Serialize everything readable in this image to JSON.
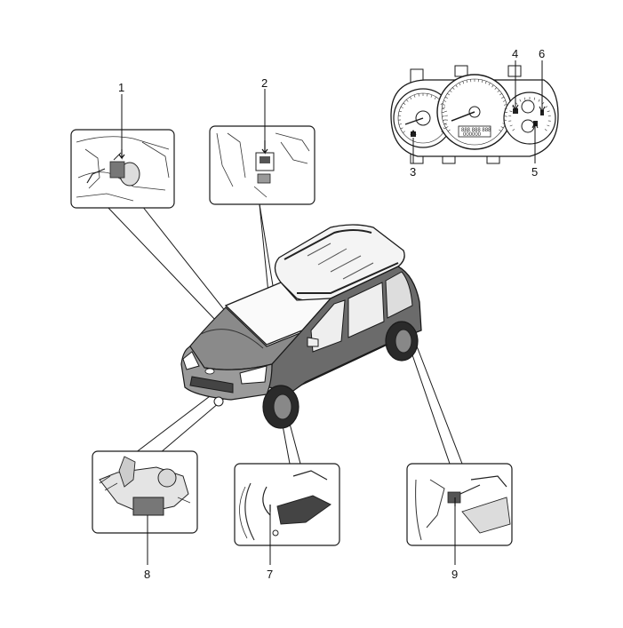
{
  "callouts": {
    "c1": "1",
    "c2": "2",
    "c3": "3",
    "c4": "4",
    "c5": "5",
    "c6": "6",
    "c7": "7",
    "c8": "8",
    "c9": "9"
  },
  "cluster": {
    "odometer": "000000",
    "trip": "888 888 888"
  },
  "colors": {
    "line": "#1a1a1a",
    "box_bg": "#ffffff",
    "detail_fill": "#bdbdbd",
    "car_body": "#6b6b6b"
  }
}
